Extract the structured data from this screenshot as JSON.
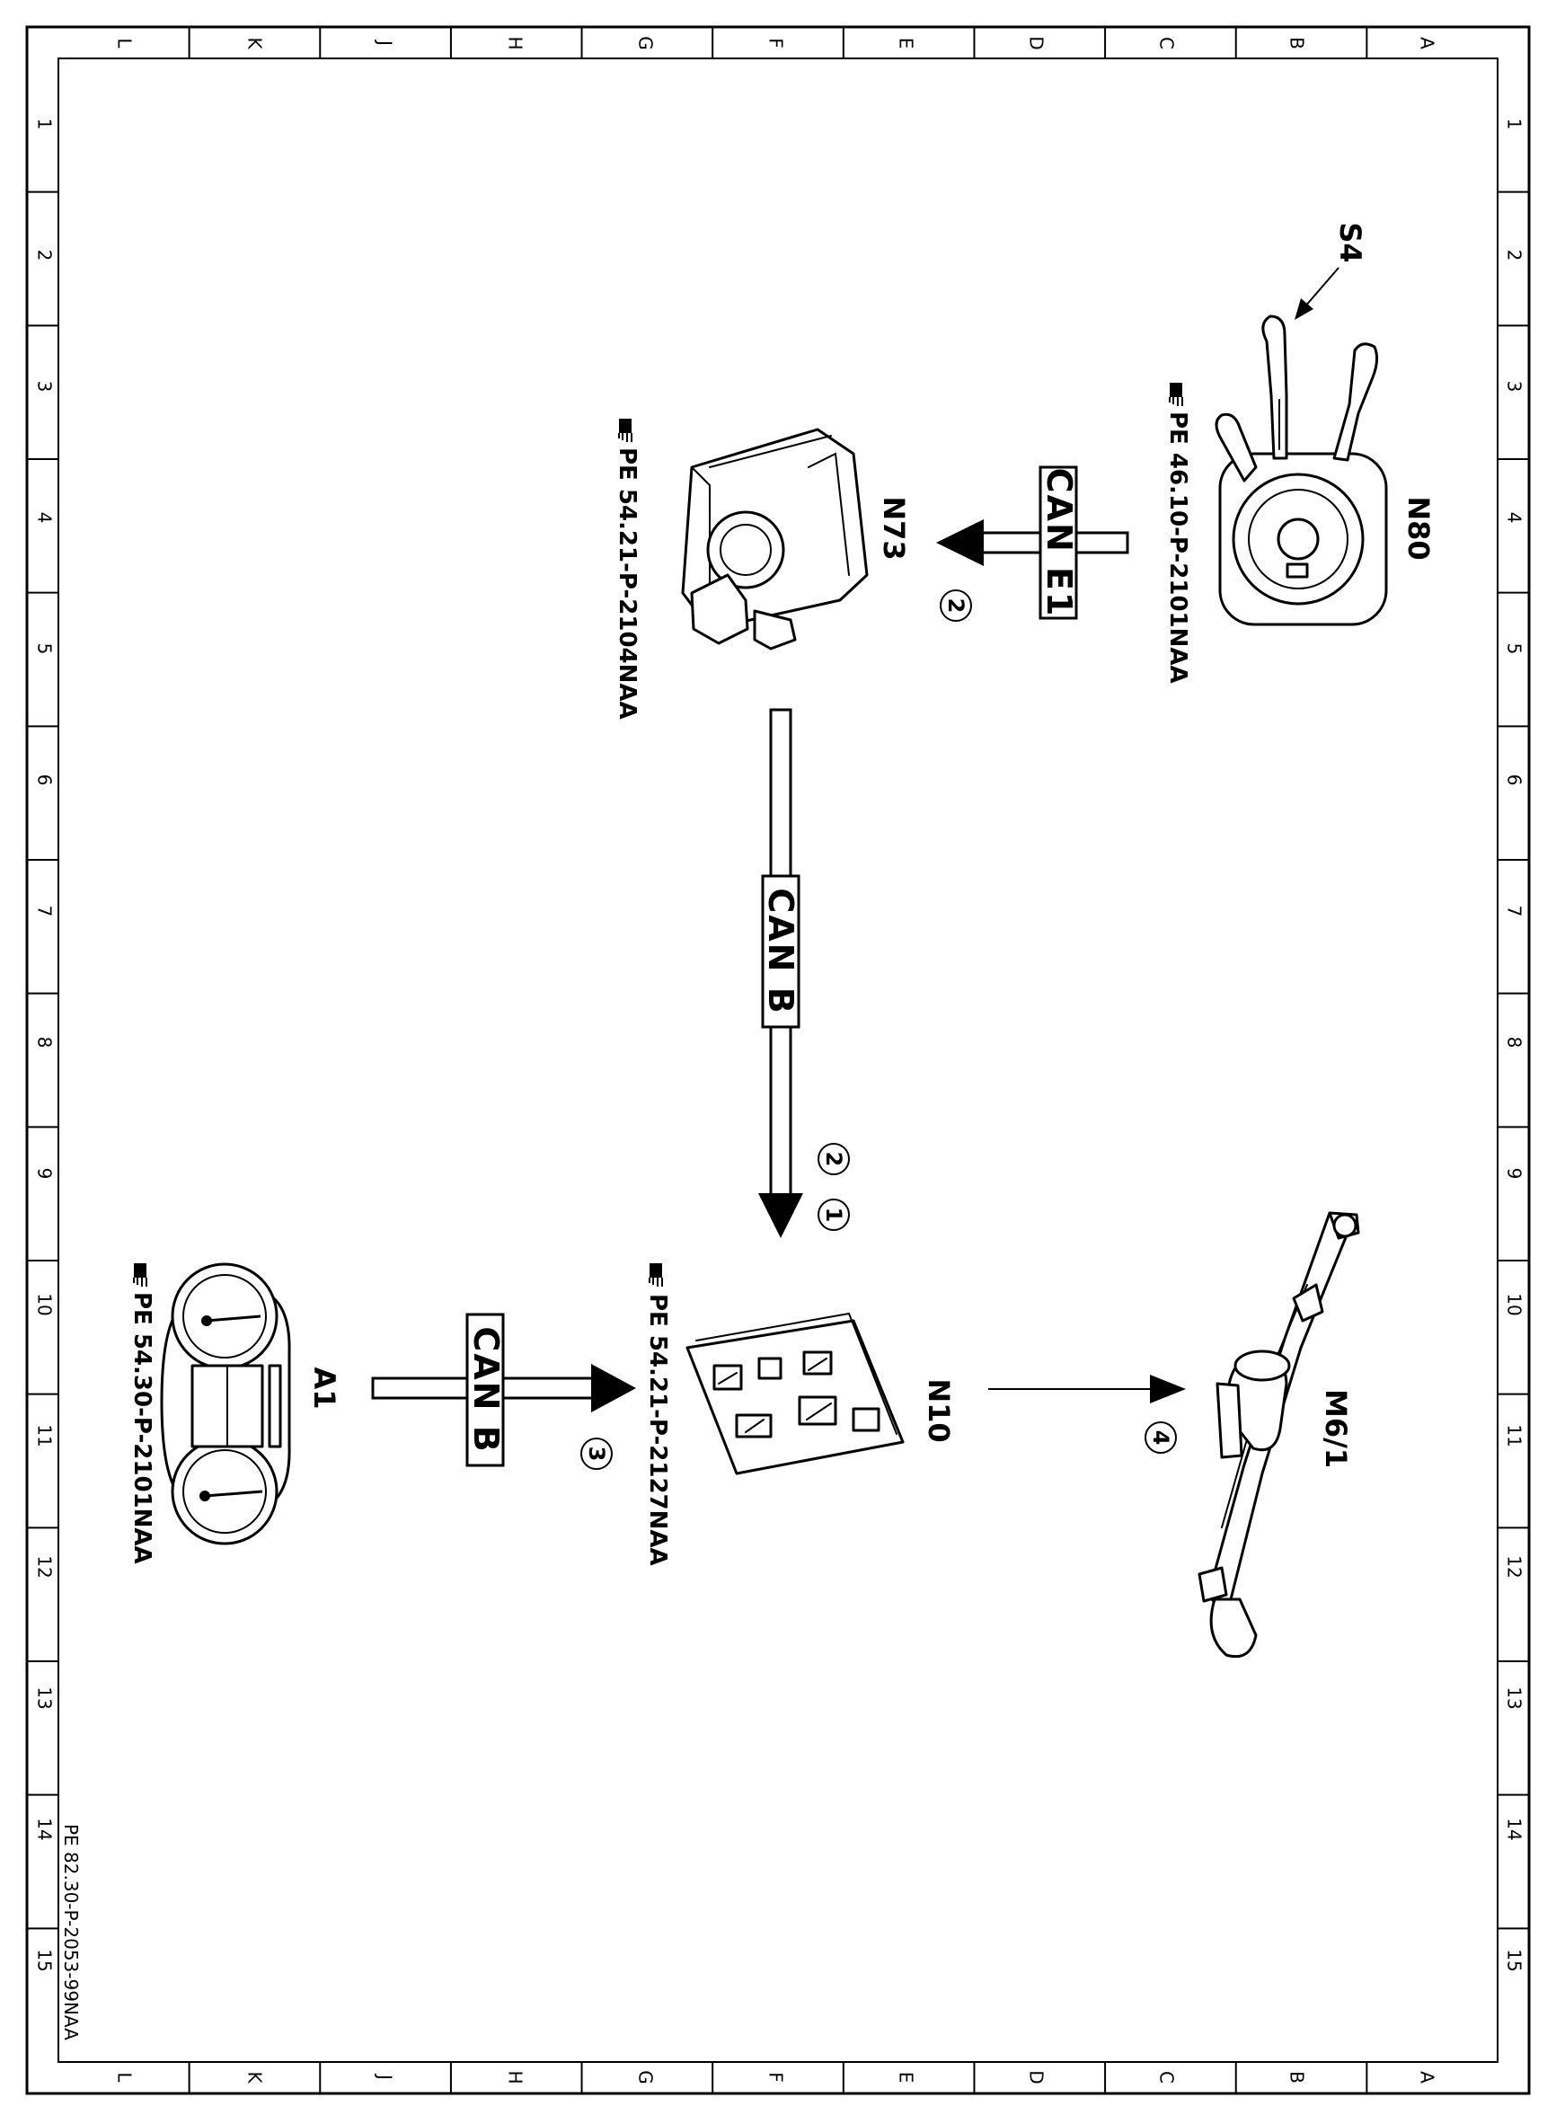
{
  "grid": {
    "columns": [
      "L",
      "K",
      "J",
      "H",
      "G",
      "F",
      "E",
      "D",
      "C",
      "B",
      "A"
    ],
    "rows": [
      "1",
      "2",
      "3",
      "4",
      "5",
      "6",
      "7",
      "8",
      "9",
      "10",
      "11",
      "12",
      "13",
      "14",
      "15"
    ]
  },
  "components": {
    "s4": {
      "label": "S4"
    },
    "n80": {
      "label": "N80",
      "ref": "PE 46.10-P-2101NAA"
    },
    "n73": {
      "label": "N73",
      "ref": "PE 54.21-P-2104NAA"
    },
    "n10": {
      "label": "N10",
      "ref": "PE 54.21-P-2127NAA"
    },
    "m6_1": {
      "label": "M6/1"
    },
    "a1": {
      "label": "A1",
      "ref": "PE 54.30-P-2101NAA"
    }
  },
  "buses": {
    "can_e1": "CAN E1",
    "can_b_vertical": "CAN B",
    "can_b_horizontal": "CAN B"
  },
  "steps": {
    "n80_to_n73": "2",
    "n73_to_n10_a": "2",
    "n73_to_n10_b": "1",
    "a1_to_n10": "3",
    "n10_to_m6": "4"
  },
  "document_id": "PE 82.30-P-2053-99NAA"
}
